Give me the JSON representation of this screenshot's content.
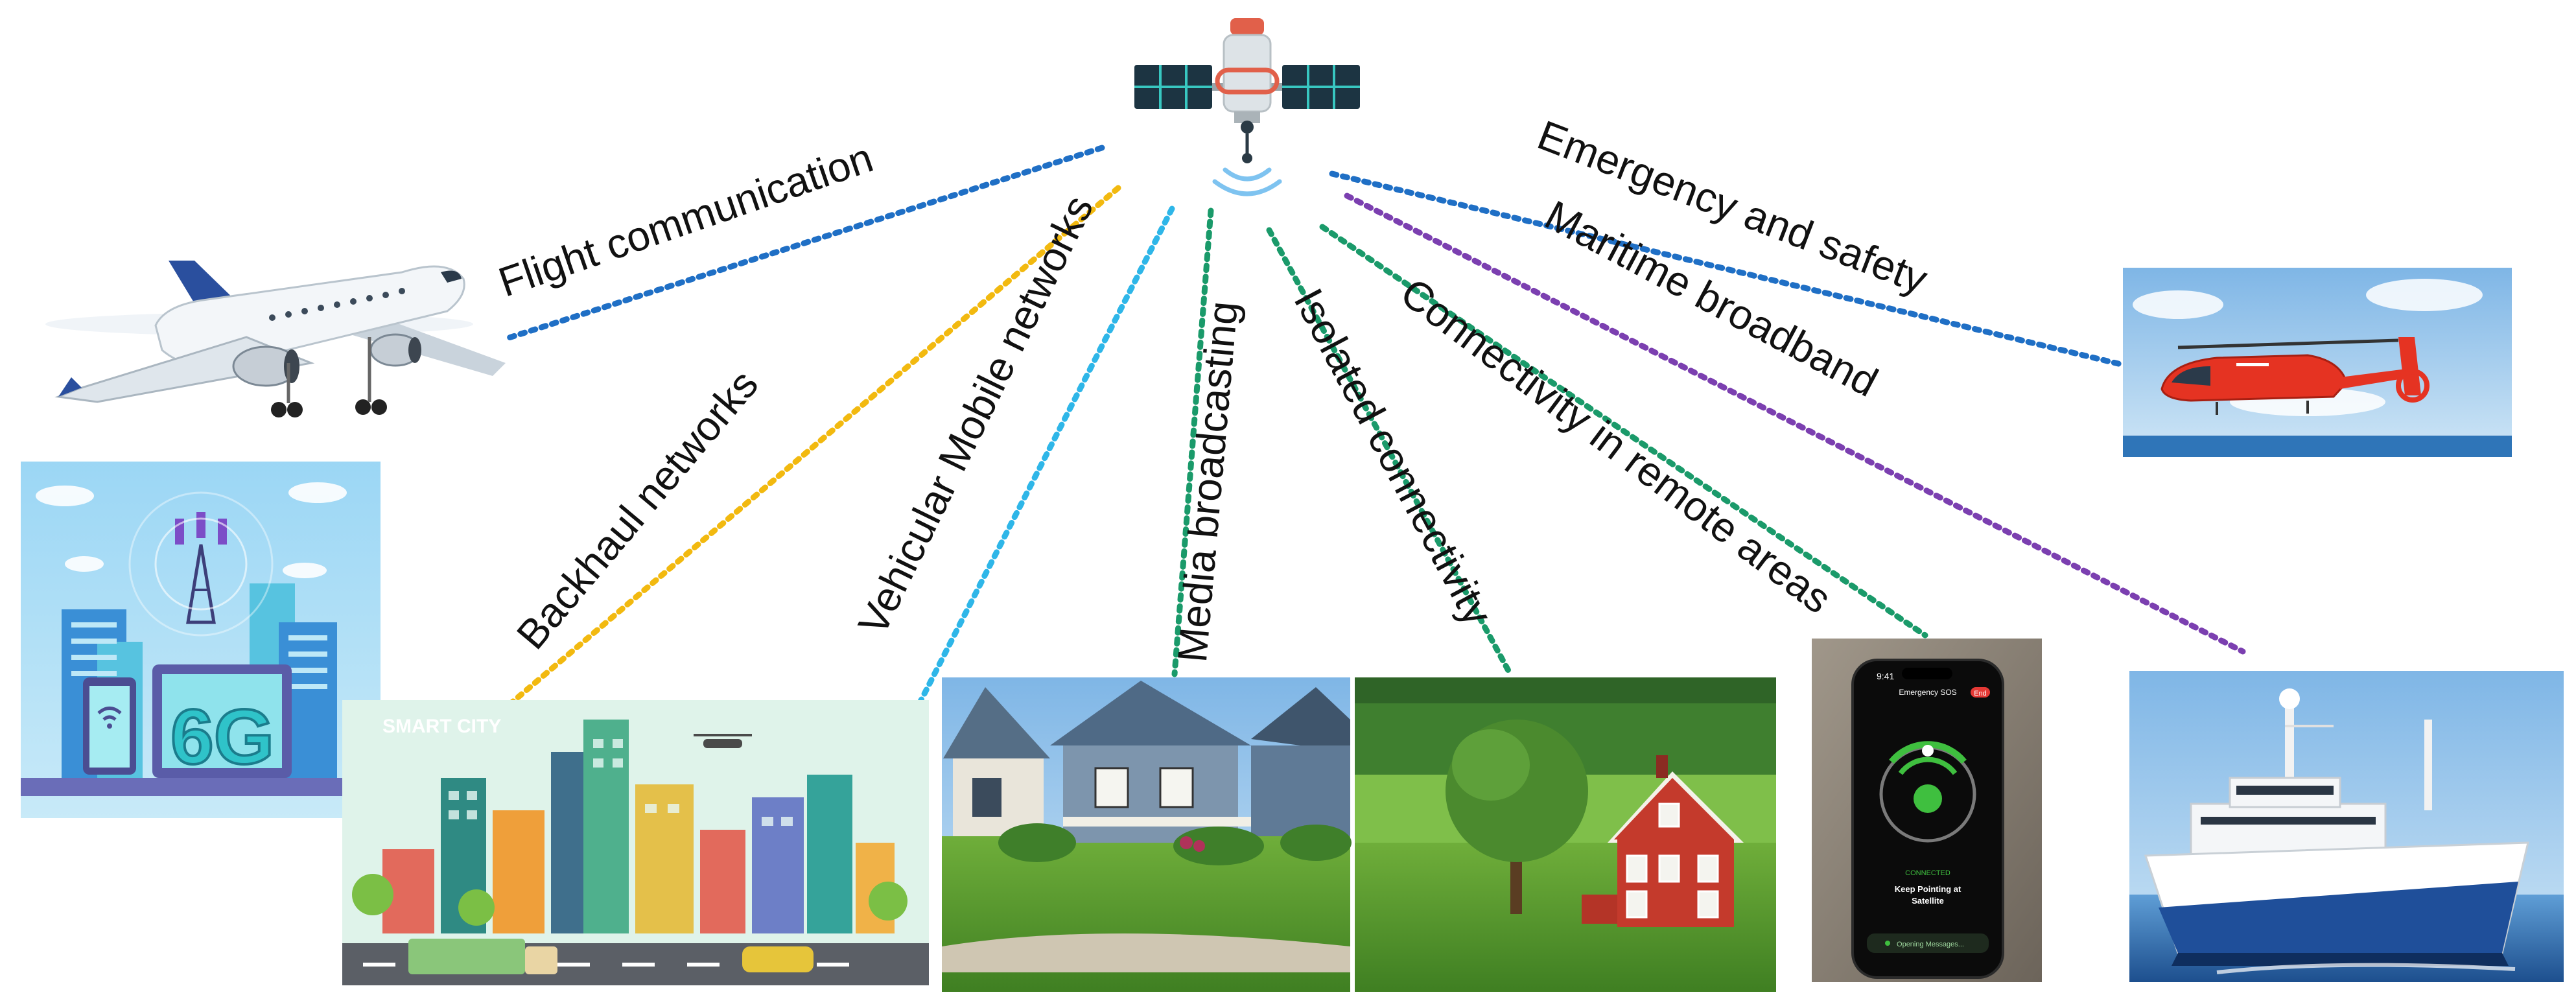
{
  "diagram": {
    "hub": {
      "icon": "satellite-icon"
    },
    "applications": [
      {
        "id": "flight",
        "label": "Flight communication",
        "color": "#1f6fc5",
        "icon": "airplane-icon"
      },
      {
        "id": "backhaul",
        "label": "Backhaul networks",
        "color": "#f2b90f",
        "icon": "smart-city-icon"
      },
      {
        "id": "vehicular",
        "label": "Vehicular Mobile networks",
        "color": "#2eb6e8",
        "icon": "smart-city-icon"
      },
      {
        "id": "media",
        "label": "Media broadcasting",
        "color": "#1a9a6a",
        "icon": "house-icon"
      },
      {
        "id": "isolated",
        "label": "Isolated connectivity",
        "color": "#1a9a6a",
        "icon": "farmhouse-icon"
      },
      {
        "id": "remote",
        "label": "Connectivity in remote areas",
        "color": "#1a9a6a",
        "icon": "phone-icon"
      },
      {
        "id": "maritime",
        "label": "Maritime broadband",
        "color": "#7b3fb0",
        "icon": "ship-icon"
      },
      {
        "id": "emergency",
        "label": "Emergency and safety",
        "color": "#1f6fc5",
        "icon": "helicopter-icon"
      }
    ]
  },
  "images": {
    "sixg": {
      "text": "6G",
      "smart_city_text": "SMART CITY"
    },
    "phone": {
      "time": "9:41",
      "title": "Emergency SOS",
      "end_button": "End",
      "status": "CONNECTED",
      "instruction_line1": "Keep Pointing at",
      "instruction_line2": "Satellite",
      "bar": "Opening Messages..."
    }
  }
}
